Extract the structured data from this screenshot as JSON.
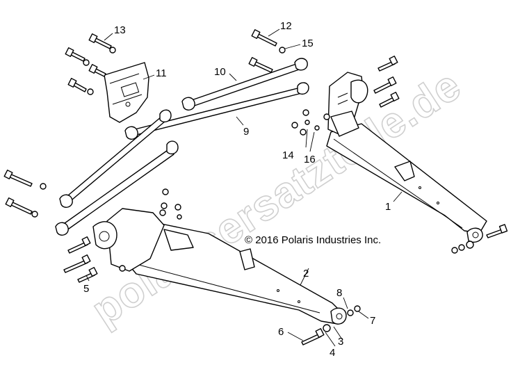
{
  "watermark": "polarisersatzteile.de",
  "copyright": "© 2016 Polaris Industries Inc.",
  "callouts": {
    "c1": "1",
    "c2": "2",
    "c3": "3",
    "c4": "4",
    "c5": "5",
    "c6": "6",
    "c7": "7",
    "c8": "8",
    "c9": "9",
    "c10": "10",
    "c11": "11",
    "c12": "12",
    "c13": "13",
    "c14": "14",
    "c15": "15",
    "c16": "16"
  }
}
